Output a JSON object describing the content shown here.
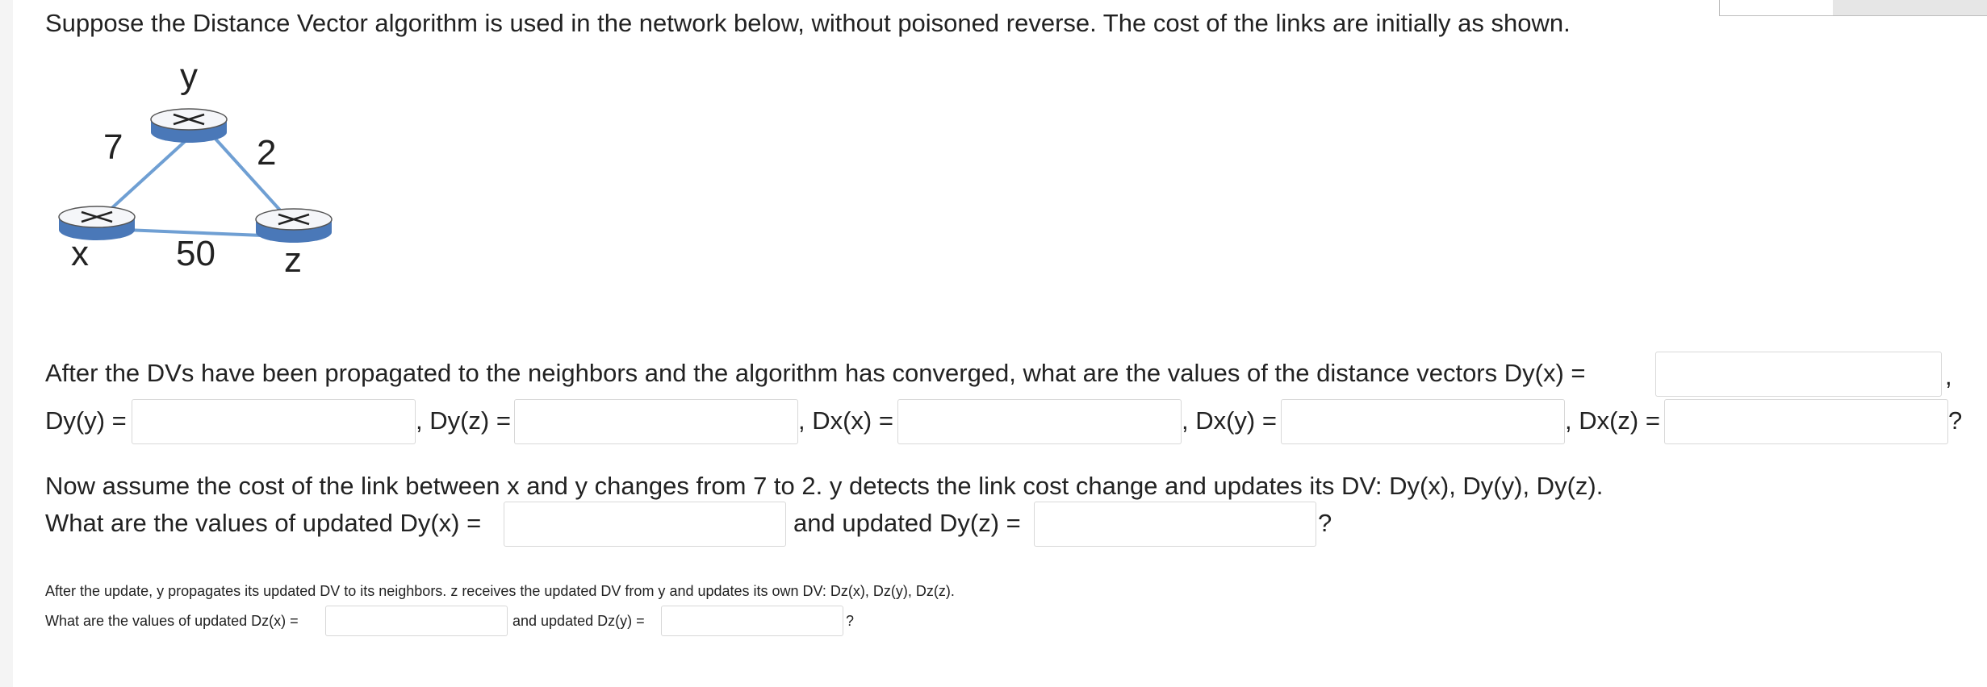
{
  "question": {
    "intro": "Suppose the Distance Vector algorithm is used in the network below, without poisoned reverse. The cost of the links are initially as shown.",
    "part1": {
      "text": "After the DVs have been propagated to the neighbors and the algorithm has converged, what are the values of the distance vectors Dy(x) =",
      "comma": ",",
      "labels": {
        "dyy": "Dy(y) =",
        "dyz": ", Dy(z) =",
        "dxx": ", Dx(x) =",
        "dxy": ", Dx(y) =",
        "dxz": ", Dx(z) ="
      },
      "end": "?"
    },
    "part2": {
      "line1": "Now assume the cost of the link between x and y changes from 7 to 2. y detects the link cost change and updates its DV: Dy(x), Dy(y), Dy(z).",
      "line2_prefix": "What are the values of updated Dy(x) =",
      "line2_mid": "and updated Dy(z) =",
      "end": "?"
    },
    "part3": {
      "line1": "After the update, y propagates its updated DV to its neighbors.  z receives the updated DV from y and updates its own DV: Dz(x), Dz(y), Dz(z).",
      "line2_prefix": "What are the values of updated Dz(x) =",
      "line2_mid": "and updated Dz(y) =",
      "end": "?"
    }
  },
  "diagram": {
    "nodes": {
      "x": "x",
      "y": "y",
      "z": "z"
    },
    "costs": {
      "xy": "7",
      "yz": "2",
      "xz": "50"
    },
    "link_color": "#6f9fd3",
    "router_color": "#4a78b8"
  }
}
